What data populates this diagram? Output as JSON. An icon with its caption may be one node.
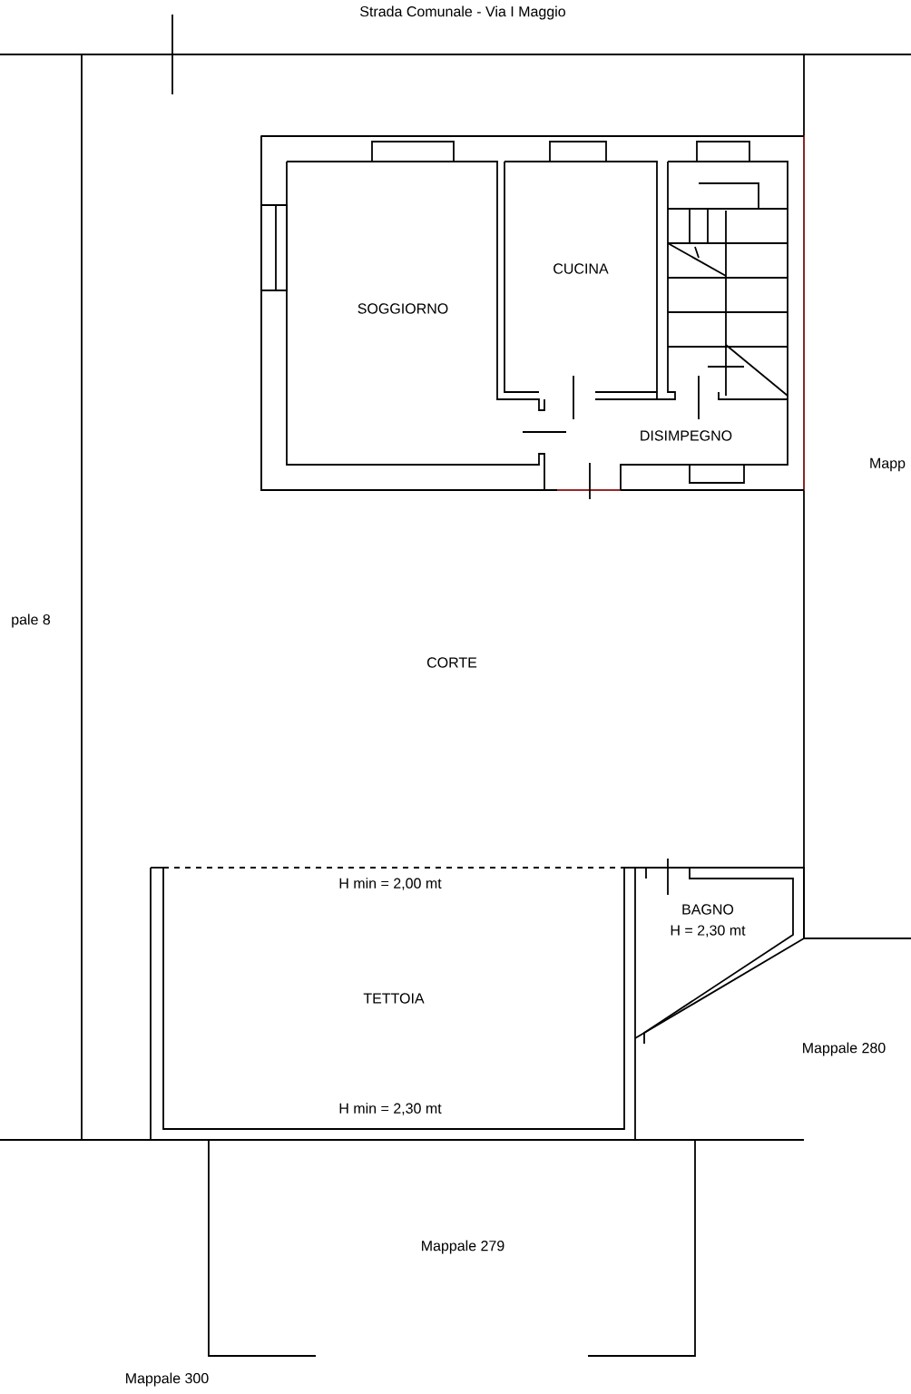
{
  "diagram": {
    "nodes": [
      {
        "text": [
          "SOGGIORNO"
        ]
      },
      {
        "text": [
          "CUCINA"
        ]
      },
      {
        "text": [
          "DISIMPEGNO"
        ]
      },
      {
        "text": [
          "CORTE"
        ]
      },
      {
        "text": [
          "H min = 2,00 mt",
          "TETTOIA",
          "H min = 2,30 mt"
        ]
      },
      {
        "text": [
          "BAGNO",
          "H = 2,30 mt"
        ]
      },
      {
        "text": [
          "Mappale 279"
        ]
      }
    ],
    "labels": [
      "Strada Comunale - Via I Maggio",
      "Mapp",
      "pale 8",
      "Mappale 280",
      "Mappale 300"
    ]
  }
}
